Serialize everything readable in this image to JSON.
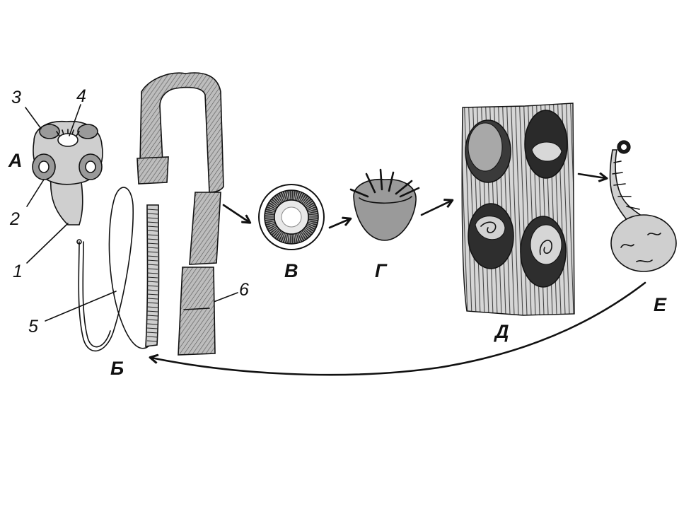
{
  "stages": {
    "a": "А",
    "b": "Б",
    "v": "В",
    "g": "Г",
    "d": "Д",
    "e": "Е"
  },
  "parts": {
    "p1": "1",
    "p2": "2",
    "p3": "3",
    "p4": "4",
    "p5": "5",
    "p6": "6"
  },
  "colors": {
    "ink": "#111111",
    "background": "#ffffff"
  }
}
